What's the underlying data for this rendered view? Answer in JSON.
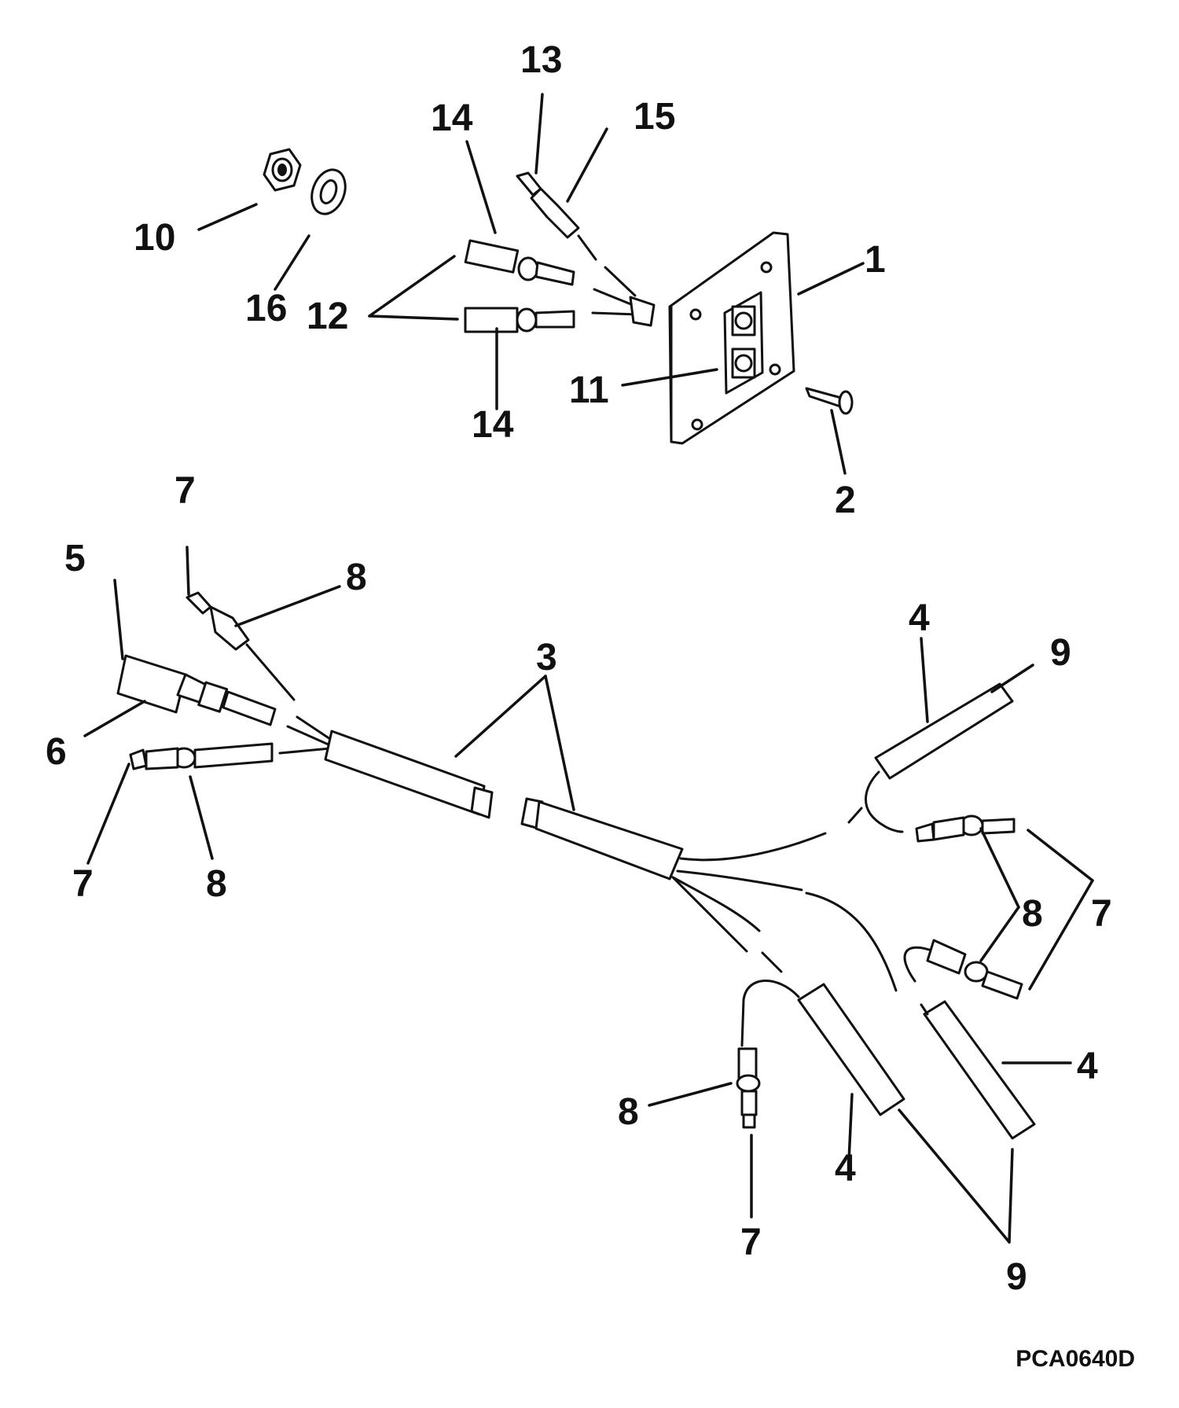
{
  "diagram": {
    "callouts": {
      "c1": "1",
      "c2": "2",
      "c3": "3",
      "c4a": "4",
      "c4b": "4",
      "c4c": "4",
      "c5": "5",
      "c6": "6",
      "c7a": "7",
      "c7b": "7",
      "c7c": "7",
      "c7d": "7",
      "c8a": "8",
      "c8b": "8",
      "c8c": "8",
      "c8d": "8",
      "c9a": "9",
      "c9b": "9",
      "c10": "10",
      "c11": "11",
      "c12": "12",
      "c13": "13",
      "c14a": "14",
      "c14b": "14",
      "c15": "15",
      "c16": "16"
    },
    "figure_code": "PCA0640D"
  }
}
